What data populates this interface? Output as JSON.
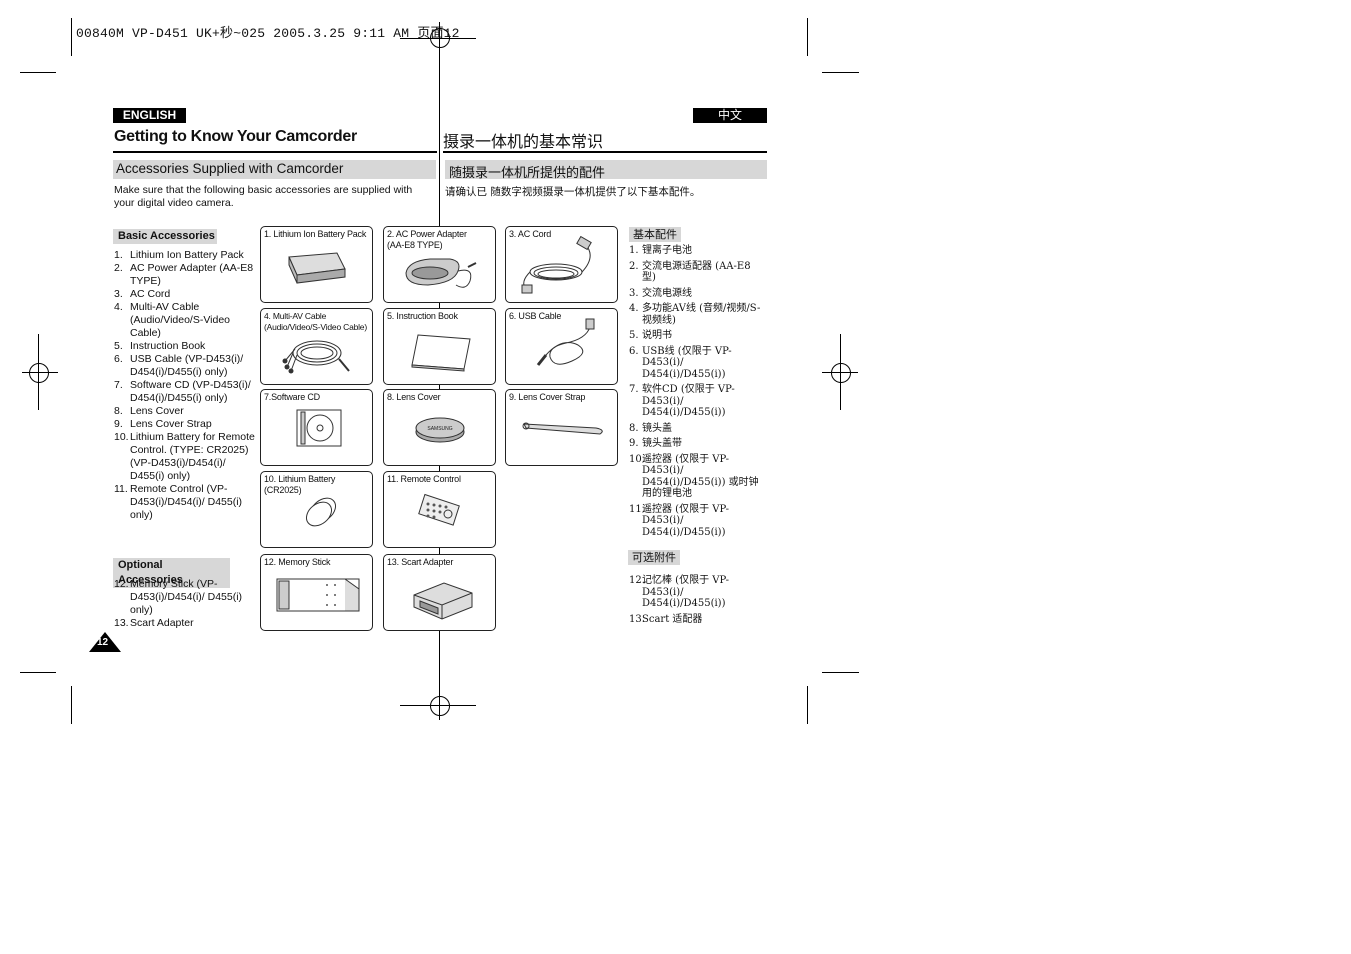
{
  "print_header": "00840M VP-D451 UK+秒~025 2005.3.25 9:11 AM 页面12",
  "lang_en": "ENGLISH",
  "lang_zh": "中文",
  "title_en": "Getting to Know Your Camcorder",
  "title_zh": "摄录一体机的基本常识",
  "subtitle_en": "Accessories Supplied with Camcorder",
  "subtitle_zh": "随摄录一体机所提供的配件",
  "intro_en": "Make sure that the following basic accessories are supplied with your digital video camera.",
  "intro_zh": "请确认已 随数字视频摄录一体机提供了以下基本配件。",
  "basic_label_en": "Basic Accessories",
  "basic_items_en": [
    {
      "n": "1.",
      "t": "Lithium Ion Battery Pack"
    },
    {
      "n": "2.",
      "t": "AC Power Adapter (AA-E8 TYPE)"
    },
    {
      "n": "3.",
      "t": "AC Cord"
    },
    {
      "n": "4.",
      "t": "Multi-AV Cable (Audio/Video/S-Video Cable)"
    },
    {
      "n": "5.",
      "t": "Instruction Book"
    },
    {
      "n": "6.",
      "t": "USB Cable (VP-D453(i)/ D454(i)/D455(i) only)"
    },
    {
      "n": "7.",
      "t": "Software CD (VP-D453(i)/ D454(i)/D455(i) only)"
    },
    {
      "n": "8.",
      "t": "Lens Cover"
    },
    {
      "n": "9.",
      "t": "Lens Cover Strap"
    },
    {
      "n": "10.",
      "t": "Lithium Battery for Remote Control. (TYPE: CR2025) (VP-D453(i)/D454(i)/ D455(i) only)"
    },
    {
      "n": "11.",
      "t": "Remote Control (VP-D453(i)/D454(i)/ D455(i) only)"
    }
  ],
  "optional_label_en": "Optional Accessories",
  "optional_items_en": [
    {
      "n": "12.",
      "t": "Memory Stick (VP-D453(i)/D454(i)/ D455(i) only)"
    },
    {
      "n": "13.",
      "t": "Scart Adapter"
    }
  ],
  "cards": [
    {
      "label": "1. Lithium Ion Battery Pack"
    },
    {
      "label": "2. AC Power Adapter\n    (AA-E8 TYPE)"
    },
    {
      "label": "3. AC Cord"
    },
    {
      "label": "4. Multi-AV Cable\n    (Audio/Video/S-Video Cable)"
    },
    {
      "label": "5. Instruction Book"
    },
    {
      "label": "6. USB Cable"
    },
    {
      "label": "7.Software CD"
    },
    {
      "label": "8. Lens Cover"
    },
    {
      "label": "9. Lens Cover Strap"
    },
    {
      "label": "10. Lithium Battery\n     (CR2025)"
    },
    {
      "label": "11. Remote Control"
    },
    {
      "label": "12. Memory Stick"
    },
    {
      "label": "13. Scart Adapter"
    }
  ],
  "basic_label_zh": "基本配件",
  "basic_items_zh": [
    {
      "n": "1.",
      "t": "锂离子电池"
    },
    {
      "n": "2.",
      "t": "交流电源适配器 (AA-E8 型)"
    },
    {
      "n": "3.",
      "t": "交流电源线"
    },
    {
      "n": "4.",
      "t": "多功能AV线 (音频/视频/S-视频线)"
    },
    {
      "n": "5.",
      "t": "说明书"
    },
    {
      "n": "6.",
      "t": "USB线 (仅限于 VP-D453(i)/ D454(i)/D455(i))"
    },
    {
      "n": "7.",
      "t": "软件CD (仅限于 VP-D453(i)/ D454(i)/D455(i))"
    },
    {
      "n": "8.",
      "t": "镜头盖"
    },
    {
      "n": "9.",
      "t": "镜头盖带"
    },
    {
      "n": "10.",
      "t": "遥控器 (仅限于 VP-D453(i)/ D454(i)/D455(i)) 或时钟用的锂电池"
    },
    {
      "n": "11.",
      "t": "遥控器 (仅限于 VP-D453(i)/ D454(i)/D455(i))"
    }
  ],
  "optional_label_zh": "可选附件",
  "optional_items_zh": [
    {
      "n": "12.",
      "t": "记忆棒 (仅限于 VP-D453(i)/ D454(i)/D455(i))"
    },
    {
      "n": "13.",
      "t": "Scart 适配器"
    }
  ],
  "page_number": "12",
  "brand": "SAMSUNG"
}
